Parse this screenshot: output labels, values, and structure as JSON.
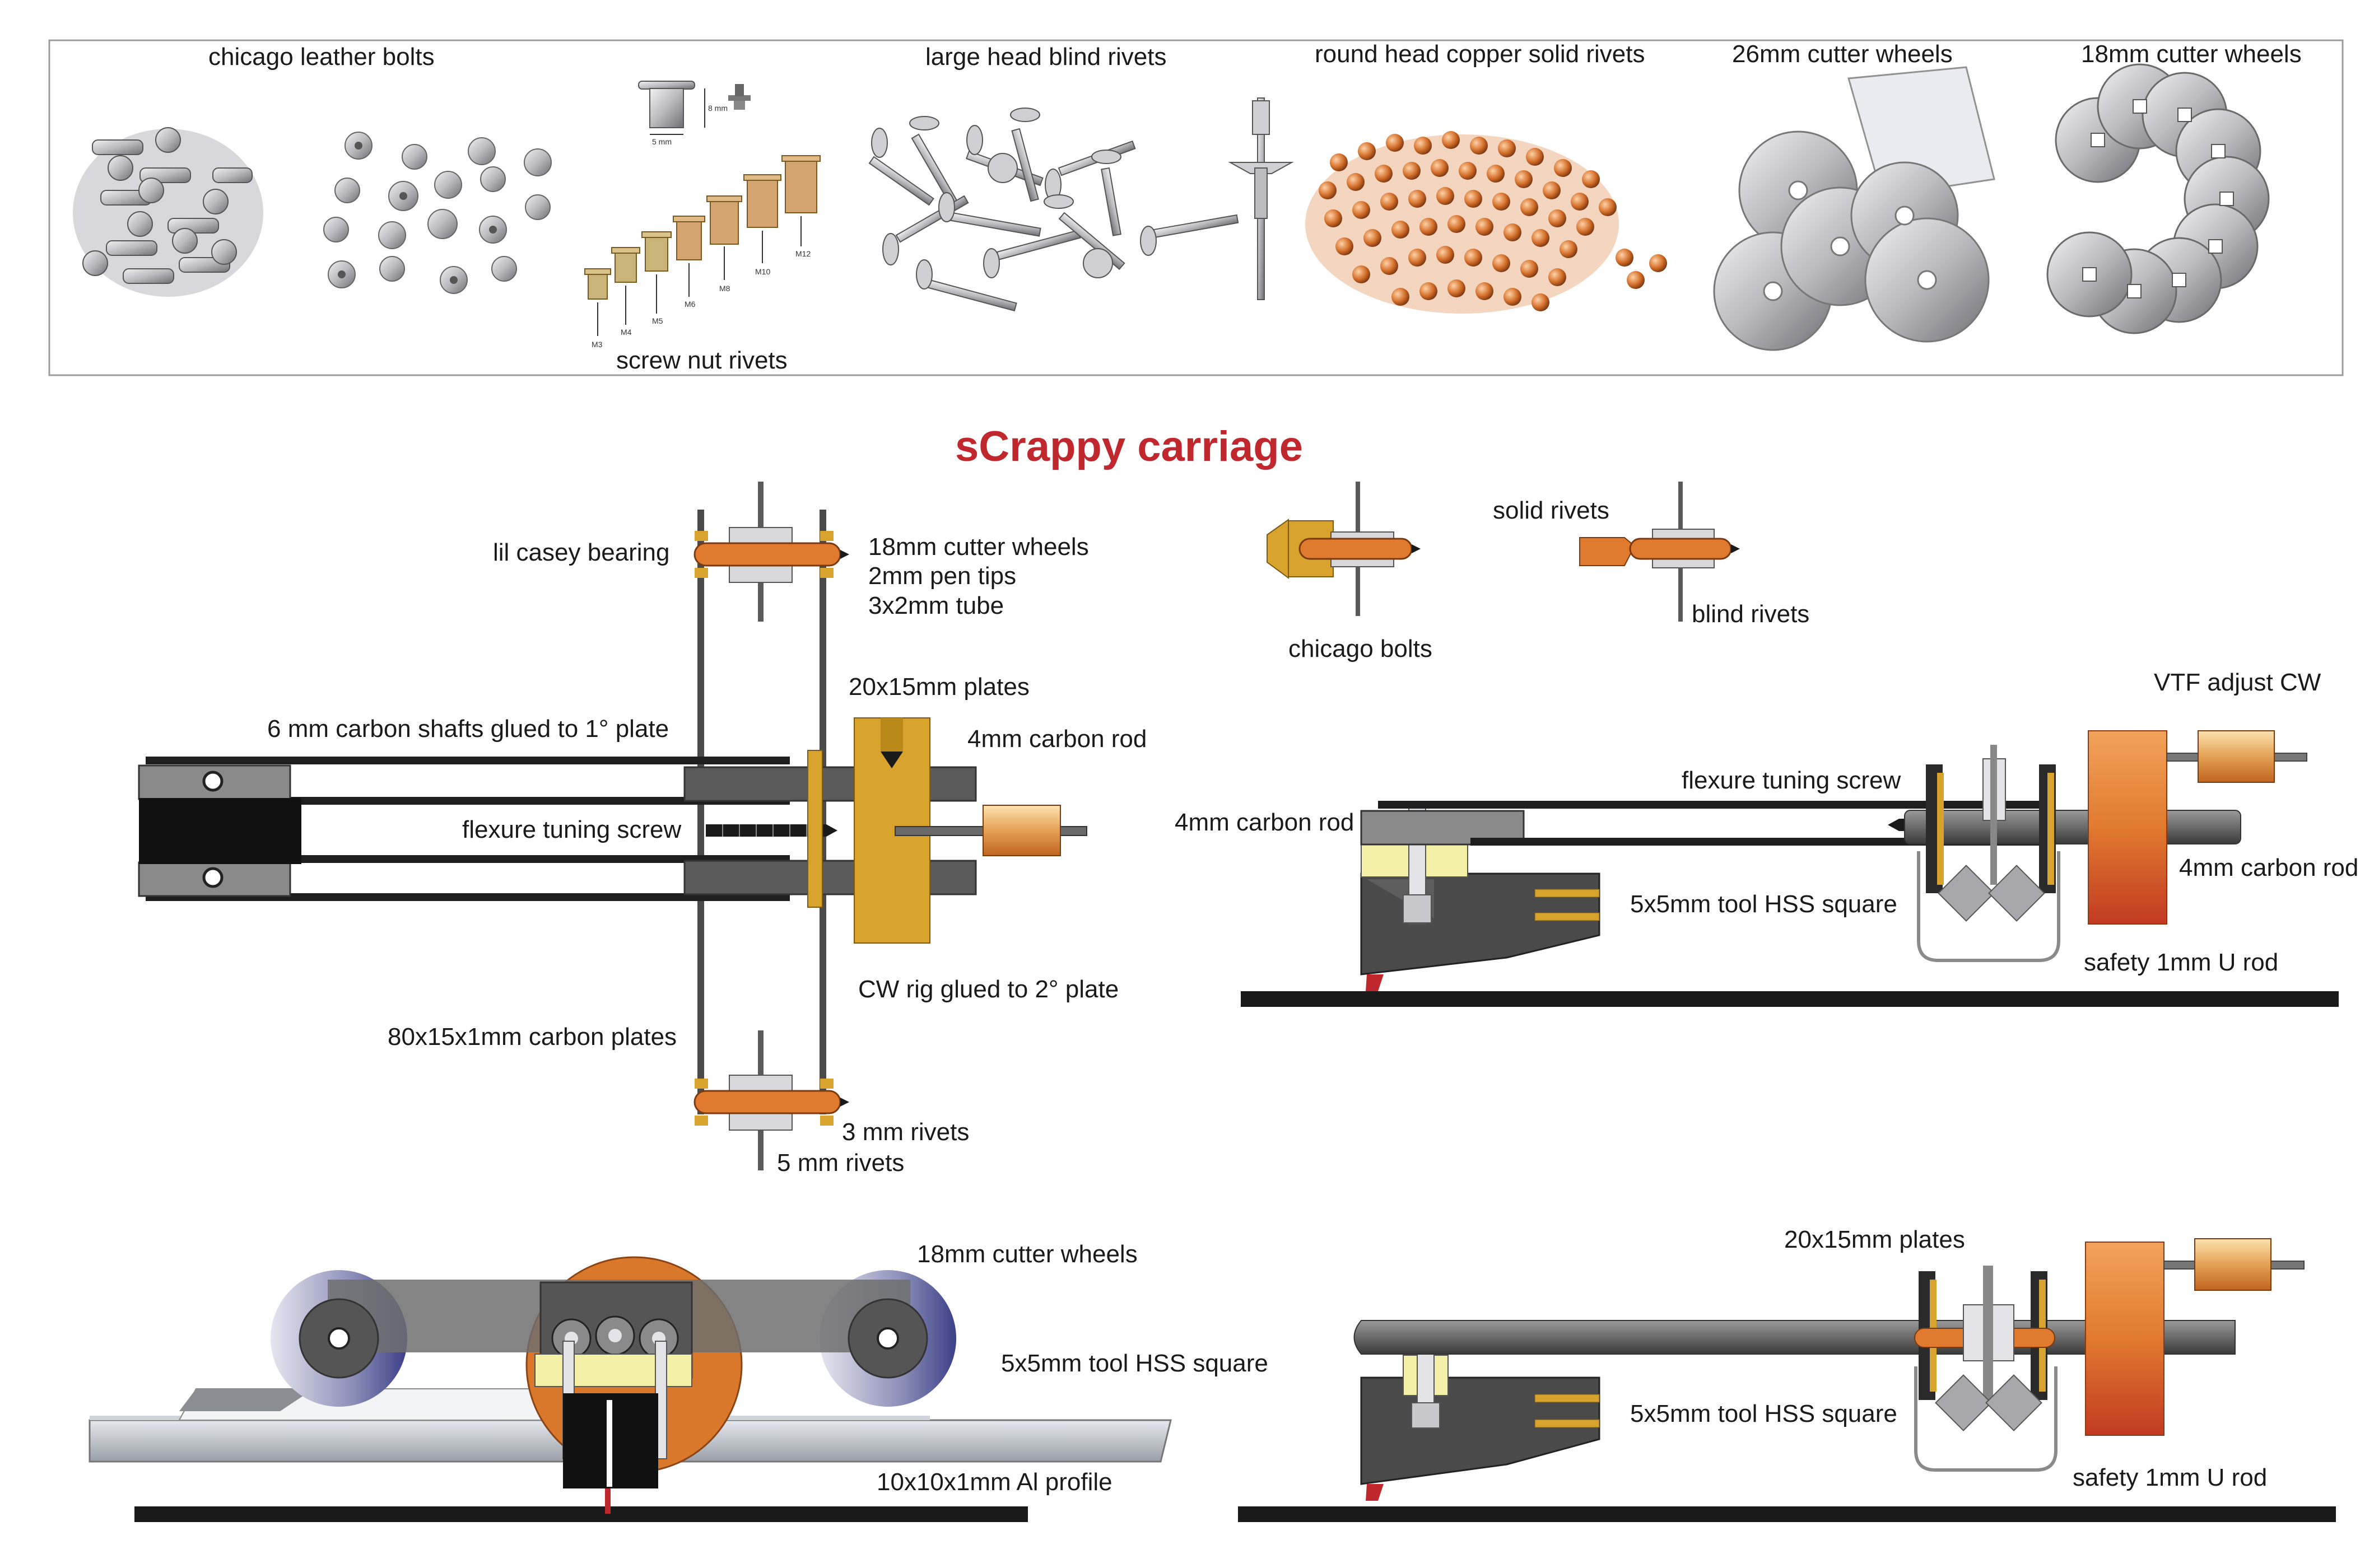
{
  "title": "sCrappy carriage",
  "colors": {
    "title": "#c0282d",
    "copper": "#d9772a",
    "gold": "#d8a32c",
    "dark": "#1e1e1e",
    "grey": "#6e6e6e",
    "steel": "#c9c9cc",
    "pale_yellow": "#f4f0a8",
    "frame": "#bdbdbd"
  },
  "catalog": {
    "chicago_leather_bolts": "chicago leather bolts",
    "screw_nut_rivets": "screw nut rivets",
    "large_head_blind_rivets": "large head blind rivets",
    "round_head_copper_solid_rivets": "round head copper solid rivets",
    "cutter_26": "26mm cutter wheels",
    "cutter_18": "18mm cutter wheels",
    "nut_sizes": [
      "M3",
      "M4",
      "M5",
      "M6",
      "M8",
      "M10",
      "M12"
    ],
    "dims": {
      "height": "8 mm",
      "width": "5 mm"
    }
  },
  "top_left": {
    "lil_casey_bearing": "lil casey bearing",
    "cutter_18": "18mm cutter wheels",
    "pen_tips": "2mm pen tips",
    "tube": "3x2mm tube",
    "plates_20x15": "20x15mm plates",
    "carbon_rod": "4mm carbon rod",
    "shafts": "6 mm carbon shafts glued to 1° plate",
    "flexure": "flexure tuning screw",
    "cw_rig": "CW rig glued to 2° plate",
    "carbon_plates": "80x15x1mm carbon plates",
    "rivets_3": "3 mm rivets",
    "rivets_5": "5 mm rivets"
  },
  "rivet_types": {
    "solid": "solid rivets",
    "chicago": "chicago bolts",
    "blind": "blind rivets"
  },
  "top_right": {
    "vtf": "VTF adjust CW",
    "flexure": "flexure tuning screw",
    "carbon_rod_left": "4mm carbon rod",
    "carbon_rod_right": "4mm carbon rod",
    "tool": "5x5mm tool  HSS square",
    "safety": "safety 1mm U rod"
  },
  "bottom_left": {
    "cutter_18": "18mm cutter wheels",
    "tool": "5x5mm tool  HSS square",
    "profile": "10x10x1mm  Al profile"
  },
  "bottom_right": {
    "plates": "20x15mm plates",
    "tool": "5x5mm tool  HSS square",
    "safety": "safety 1mm U rod"
  }
}
